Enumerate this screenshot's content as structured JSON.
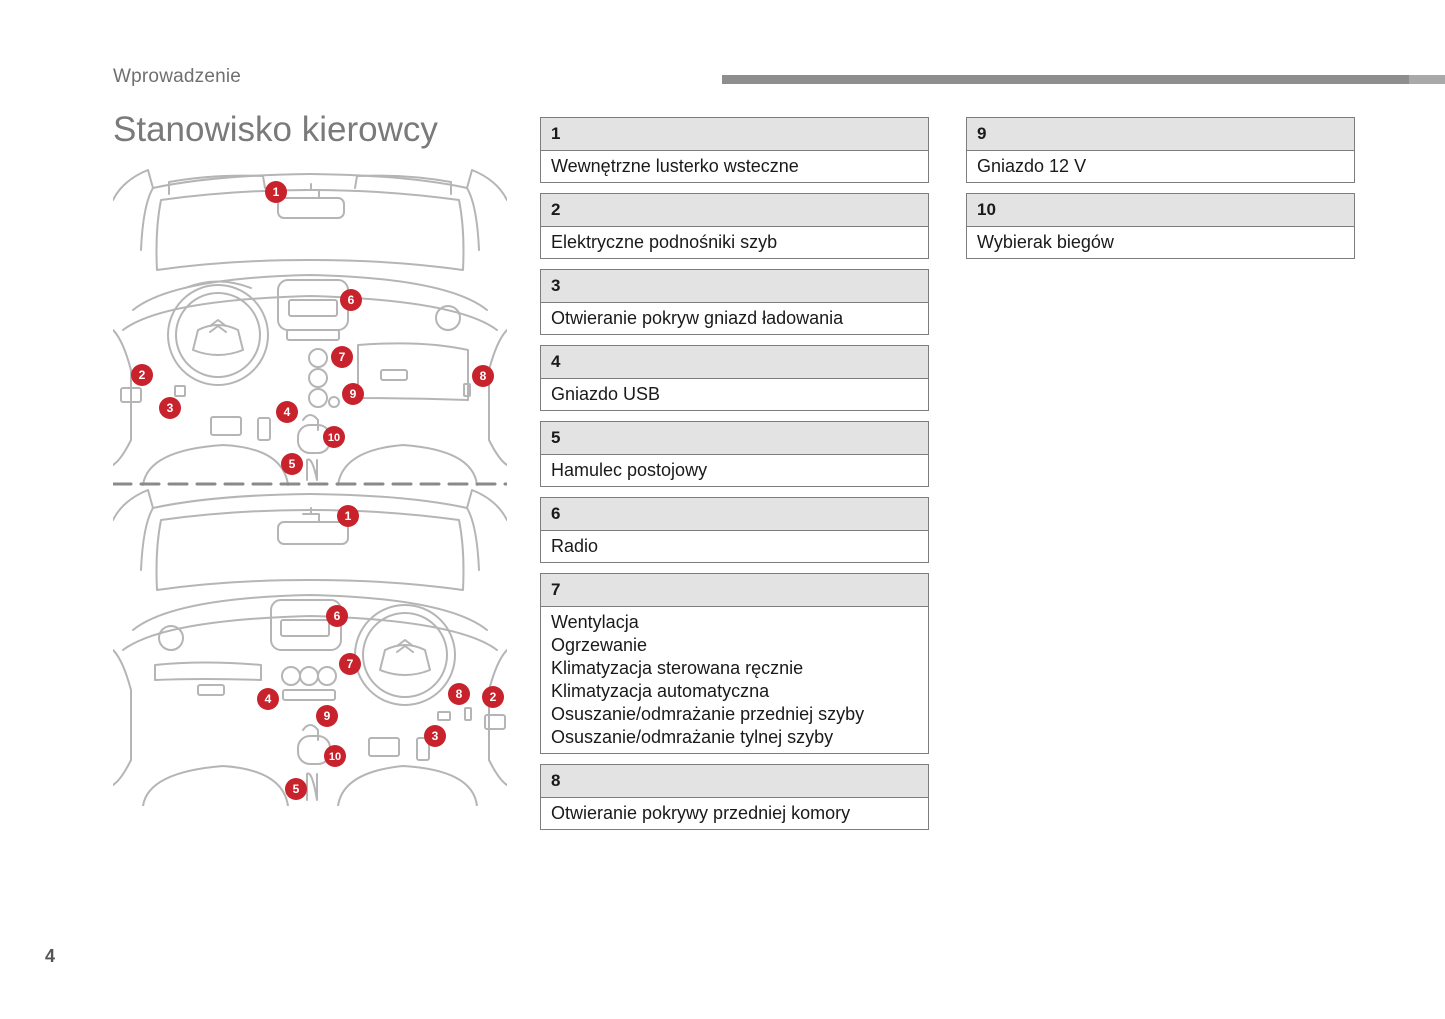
{
  "header": {
    "section": "Wprowadzenie",
    "title": "Stanowisko kierowcy"
  },
  "page_number": "4",
  "callouts_top": [
    "1",
    "2",
    "3",
    "4",
    "5",
    "6",
    "7",
    "8",
    "9",
    "10"
  ],
  "callouts_bottom": [
    "1",
    "2",
    "3",
    "4",
    "5",
    "6",
    "7",
    "8",
    "9",
    "10"
  ],
  "items_left": [
    {
      "number": "1",
      "lines": [
        "Wewnętrzne lusterko wsteczne"
      ]
    },
    {
      "number": "2",
      "lines": [
        "Elektryczne podnośniki szyb"
      ]
    },
    {
      "number": "3",
      "lines": [
        "Otwieranie pokryw gniazd ładowania"
      ]
    },
    {
      "number": "4",
      "lines": [
        "Gniazdo USB"
      ]
    },
    {
      "number": "5",
      "lines": [
        "Hamulec postojowy"
      ]
    },
    {
      "number": "6",
      "lines": [
        "Radio"
      ]
    },
    {
      "number": "7",
      "lines": [
        "Wentylacja",
        "Ogrzewanie",
        "Klimatyzacja sterowana ręcznie",
        "Klimatyzacja automatyczna",
        "Osuszanie/odmrażanie przedniej szyby",
        "Osuszanie/odmrażanie tylnej szyby"
      ]
    },
    {
      "number": "8",
      "lines": [
        "Otwieranie pokrywy przedniej komory"
      ]
    }
  ],
  "items_right": [
    {
      "number": "9",
      "lines": [
        "Gniazdo 12 V"
      ]
    },
    {
      "number": "10",
      "lines": [
        "Wybierak biegów"
      ]
    }
  ],
  "colors": {
    "callout": "#c8222c",
    "line_art": "#b5b5b5",
    "header_bar": "#8e8e8e",
    "item_header_bg": "#e3e3e3"
  }
}
